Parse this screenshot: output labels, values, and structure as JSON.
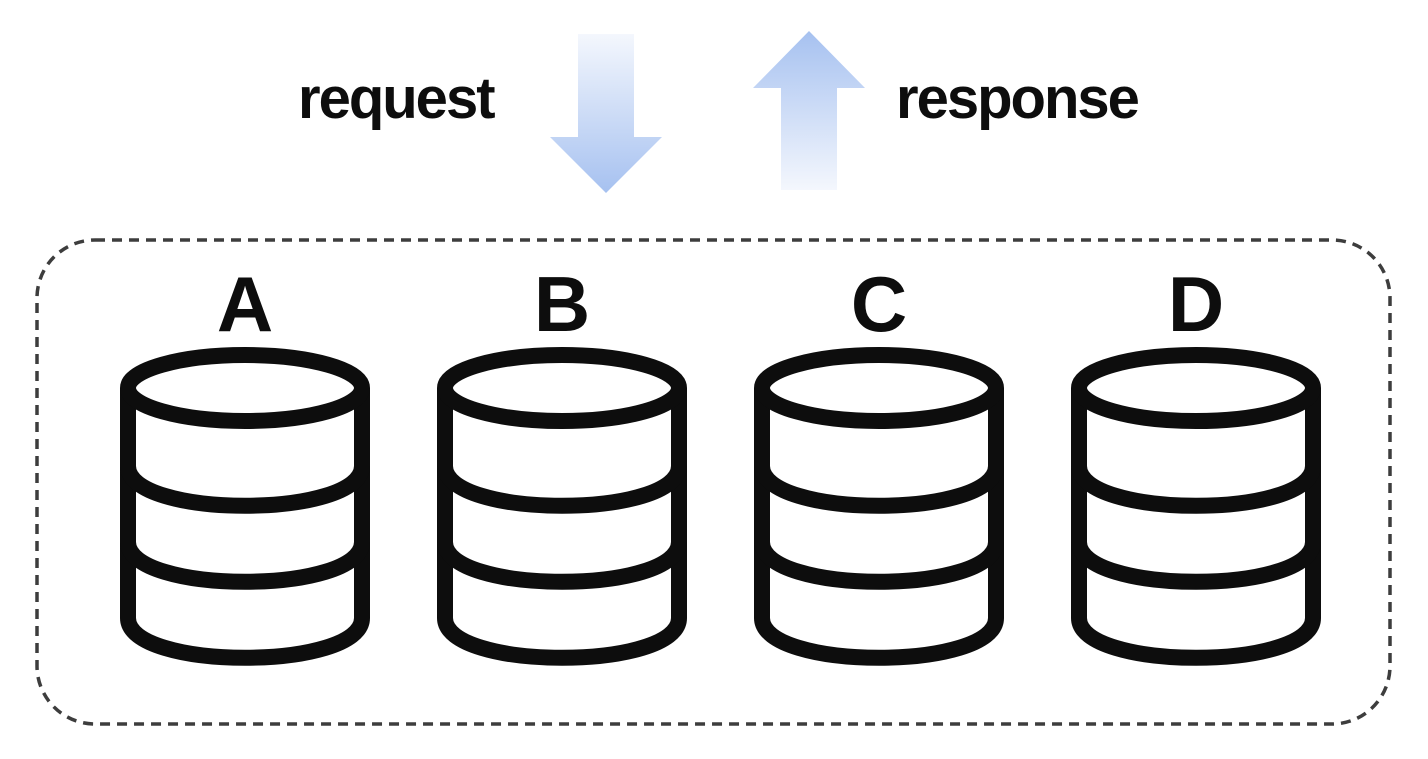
{
  "flow": {
    "request_label": "request",
    "response_label": "response"
  },
  "cluster": {
    "databases": [
      {
        "label": "A"
      },
      {
        "label": "B"
      },
      {
        "label": "C"
      },
      {
        "label": "D"
      }
    ]
  },
  "icons": {
    "request_arrow": "down-block-arrow",
    "response_arrow": "up-block-arrow",
    "database": "database-cylinder",
    "cluster_outline": "dashed-rounded-rectangle"
  },
  "colors": {
    "arrow_strong": "#a6c1f0",
    "arrow_light": "#f4f7fd",
    "diagram_ink": "#0d0d0d",
    "cluster_border": "#3d3d3d",
    "background": "#ffffff"
  }
}
